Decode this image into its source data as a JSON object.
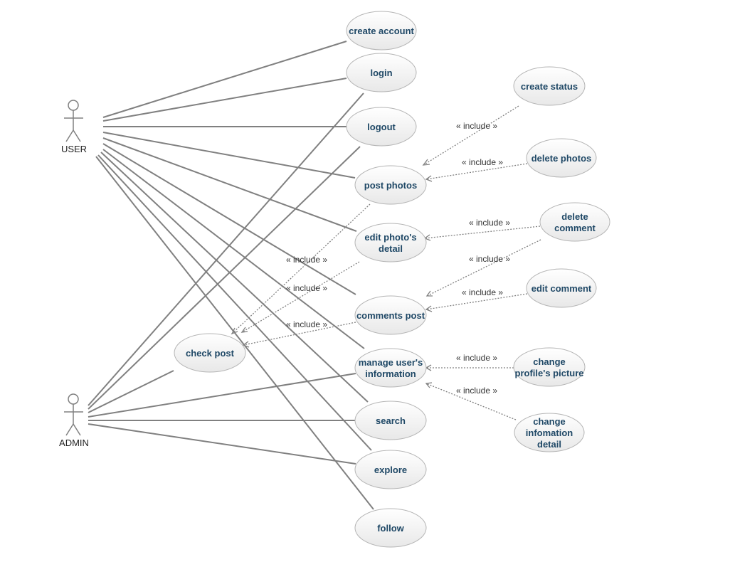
{
  "actors": {
    "user": {
      "label": "USER"
    },
    "admin": {
      "label": "ADMIN"
    }
  },
  "use_cases": {
    "create_account": "create account",
    "login": "login",
    "logout": "logout",
    "post_photos": "post photos",
    "edit_photo_detail": [
      "edit photo's",
      "detail"
    ],
    "comments_post": "comments post",
    "manage_user_info": [
      "manage user's",
      "information"
    ],
    "search": "search",
    "explore": "explore",
    "follow": "follow",
    "check_post": "check post",
    "create_status": "create status",
    "delete_photos": "delete photos",
    "delete_comment": [
      "delete",
      "comment"
    ],
    "edit_comment": "edit comment",
    "change_profile_picture": [
      "change",
      "profile's picture"
    ],
    "change_information_detail": [
      "change",
      "infomation",
      "detail"
    ]
  },
  "include_label": "« include »",
  "colors": {
    "ellipse_fill_top": "#ffffff",
    "ellipse_fill_bottom": "#e8e8e8",
    "use_case_text": "#1f4866",
    "line": "#808080"
  }
}
